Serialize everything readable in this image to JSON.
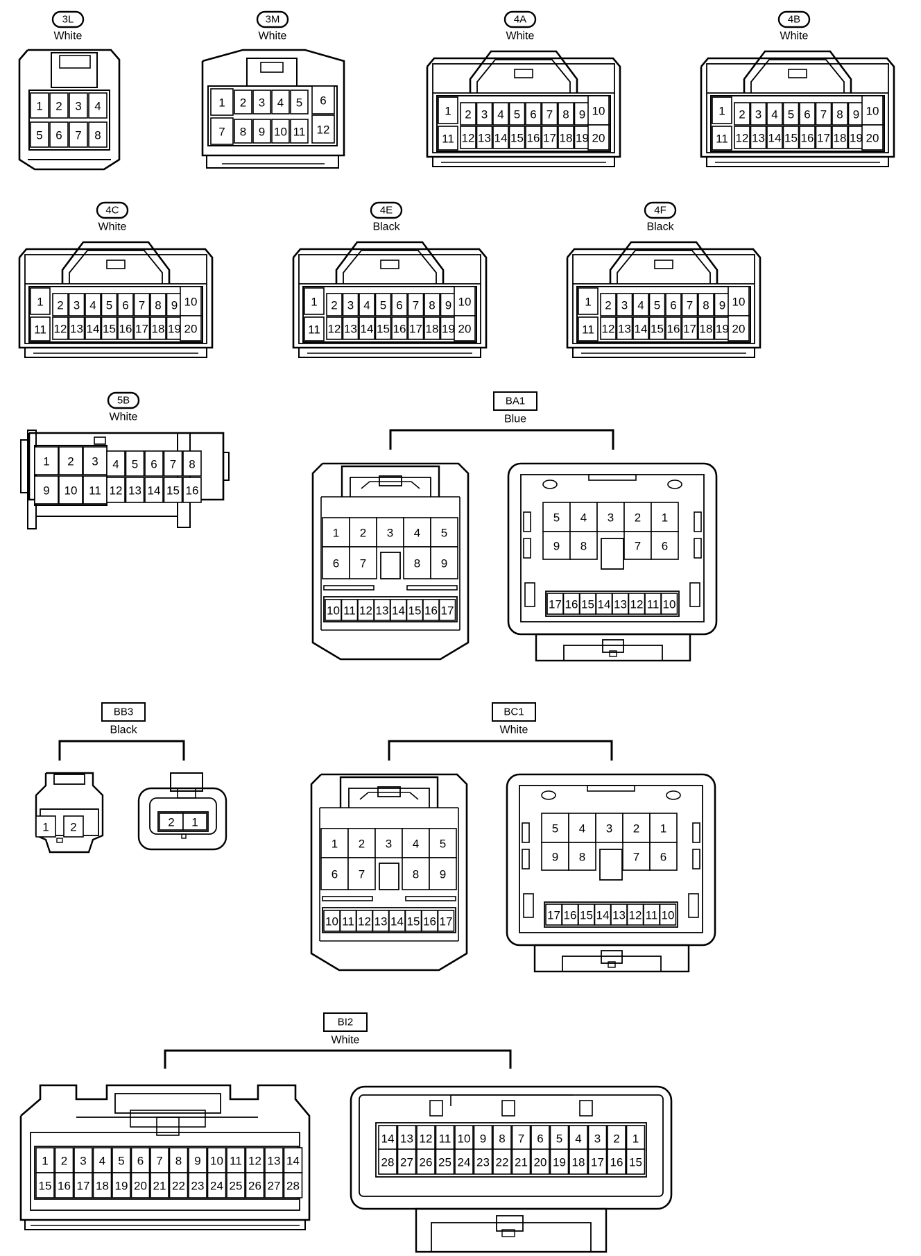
{
  "diagram": {
    "connectors": [
      {
        "id": "3L",
        "color": "White",
        "tag_style": "oval",
        "views": [
          {
            "rows": [
              [
                "1",
                "2",
                "3",
                "4"
              ],
              [
                "5",
                "6",
                "7",
                "8"
              ]
            ]
          }
        ]
      },
      {
        "id": "3M",
        "color": "White",
        "tag_style": "oval",
        "views": [
          {
            "rows": [
              [
                "1",
                "2",
                "3",
                "4",
                "5",
                "6"
              ],
              [
                "7",
                "8",
                "9",
                "10",
                "11",
                "12"
              ]
            ]
          }
        ]
      },
      {
        "id": "4A",
        "color": "White",
        "tag_style": "oval",
        "views": [
          {
            "rows": [
              [
                "1",
                "2",
                "3",
                "4",
                "5",
                "6",
                "7",
                "8",
                "9",
                "10"
              ],
              [
                "11",
                "12",
                "13",
                "14",
                "15",
                "16",
                "17",
                "18",
                "19",
                "20"
              ]
            ]
          }
        ]
      },
      {
        "id": "4B",
        "color": "White",
        "tag_style": "oval",
        "views": [
          {
            "rows": [
              [
                "1",
                "2",
                "3",
                "4",
                "5",
                "6",
                "7",
                "8",
                "9",
                "10"
              ],
              [
                "11",
                "12",
                "13",
                "14",
                "15",
                "16",
                "17",
                "18",
                "19",
                "20"
              ]
            ]
          }
        ]
      },
      {
        "id": "4C",
        "color": "White",
        "tag_style": "oval",
        "views": [
          {
            "rows": [
              [
                "1",
                "2",
                "3",
                "4",
                "5",
                "6",
                "7",
                "8",
                "9",
                "10"
              ],
              [
                "11",
                "12",
                "13",
                "14",
                "15",
                "16",
                "17",
                "18",
                "19",
                "20"
              ]
            ]
          }
        ]
      },
      {
        "id": "4E",
        "color": "Black",
        "tag_style": "oval",
        "views": [
          {
            "rows": [
              [
                "1",
                "2",
                "3",
                "4",
                "5",
                "6",
                "7",
                "8",
                "9",
                "10"
              ],
              [
                "11",
                "12",
                "13",
                "14",
                "15",
                "16",
                "17",
                "18",
                "19",
                "20"
              ]
            ]
          }
        ]
      },
      {
        "id": "4F",
        "color": "Black",
        "tag_style": "oval",
        "views": [
          {
            "rows": [
              [
                "1",
                "2",
                "3",
                "4",
                "5",
                "6",
                "7",
                "8",
                "9",
                "10"
              ],
              [
                "11",
                "12",
                "13",
                "14",
                "15",
                "16",
                "17",
                "18",
                "19",
                "20"
              ]
            ]
          }
        ]
      },
      {
        "id": "5B",
        "color": "White",
        "tag_style": "oval",
        "views": [
          {
            "rows": [
              [
                "1",
                "2",
                "3",
                "4",
                "5",
                "6",
                "7",
                "8"
              ],
              [
                "9",
                "10",
                "11",
                "12",
                "13",
                "14",
                "15",
                "16"
              ]
            ]
          }
        ]
      },
      {
        "id": "BA1",
        "color": "Blue",
        "tag_style": "box",
        "views": [
          {
            "rows": [
              [
                "1",
                "2",
                "3",
                "4",
                "5"
              ],
              [
                "6",
                "7",
                "8",
                "9"
              ],
              [
                "10",
                "11",
                "12",
                "13",
                "14",
                "15",
                "16",
                "17"
              ]
            ]
          },
          {
            "rows": [
              [
                "5",
                "4",
                "3",
                "2",
                "1"
              ],
              [
                "9",
                "8",
                "7",
                "6"
              ],
              [
                "17",
                "16",
                "15",
                "14",
                "13",
                "12",
                "11",
                "10"
              ]
            ]
          }
        ]
      },
      {
        "id": "BB3",
        "color": "Black",
        "tag_style": "box",
        "views": [
          {
            "rows": [
              [
                "1",
                "2"
              ]
            ]
          },
          {
            "rows": [
              [
                "2",
                "1"
              ]
            ]
          }
        ]
      },
      {
        "id": "BC1",
        "color": "White",
        "tag_style": "box",
        "views": [
          {
            "rows": [
              [
                "1",
                "2",
                "3",
                "4",
                "5"
              ],
              [
                "6",
                "7",
                "8",
                "9"
              ],
              [
                "10",
                "11",
                "12",
                "13",
                "14",
                "15",
                "16",
                "17"
              ]
            ]
          },
          {
            "rows": [
              [
                "5",
                "4",
                "3",
                "2",
                "1"
              ],
              [
                "9",
                "8",
                "7",
                "6"
              ],
              [
                "17",
                "16",
                "15",
                "14",
                "13",
                "12",
                "11",
                "10"
              ]
            ]
          }
        ]
      },
      {
        "id": "BI2",
        "color": "White",
        "tag_style": "box",
        "views": [
          {
            "rows": [
              [
                "1",
                "2",
                "3",
                "4",
                "5",
                "6",
                "7",
                "8",
                "9",
                "10",
                "11",
                "12",
                "13",
                "14"
              ],
              [
                "15",
                "16",
                "17",
                "18",
                "19",
                "20",
                "21",
                "22",
                "23",
                "24",
                "25",
                "26",
                "27",
                "28"
              ]
            ]
          },
          {
            "rows": [
              [
                "14",
                "13",
                "12",
                "11",
                "10",
                "9",
                "8",
                "7",
                "6",
                "5",
                "4",
                "3",
                "2",
                "1"
              ],
              [
                "28",
                "27",
                "26",
                "25",
                "24",
                "23",
                "22",
                "21",
                "20",
                "19",
                "18",
                "17",
                "16",
                "15"
              ]
            ]
          }
        ]
      }
    ]
  }
}
